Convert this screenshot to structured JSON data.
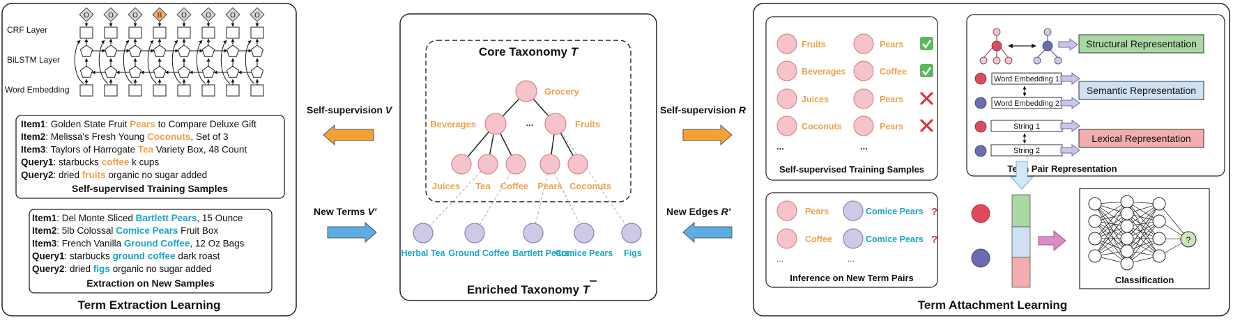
{
  "colors": {
    "orange": "#f0a04b",
    "blue": "#1aa3c8",
    "pink_node": "#f7c3ca",
    "pink_stroke": "#d08a92",
    "purple_node": "#cfc9e8",
    "purple_stroke": "#8a84b8",
    "struct_box": "#a9d8a2",
    "sem_box": "#cfe0f5",
    "lex_box": "#f2aeae",
    "red_node": "#e0485e",
    "navy_node": "#6b6bb0",
    "orange_arrow": "#f4a236",
    "blue_arrow": "#5aaee3",
    "check_green": "#5cb85c",
    "cross_red": "#d9363e"
  },
  "left": {
    "title": "Term Extraction Learning",
    "crf_label": "CRF Layer",
    "bilstm_label": "BiLSTM Layer",
    "embed_label": "Word Embedding",
    "tags": [
      "O",
      "O",
      "O",
      "B",
      "O",
      "O",
      "O",
      "O"
    ],
    "train_samples": [
      {
        "key": "Item1",
        "before": ": Golden State Fruit ",
        "term": "Pears",
        "after": " to Compare Deluxe Gift"
      },
      {
        "key": "Item2",
        "before": ": Melissa's Fresh Young ",
        "term": "Coconuts",
        "after": ", Set of 3"
      },
      {
        "key": "Item3",
        "before": ": Taylors of Harrogate ",
        "term": "Tea",
        "after": " Variety Box, 48 Count"
      },
      {
        "key": "Query1",
        "before": ": starbucks ",
        "term": "coffee",
        "after": " k cups"
      },
      {
        "key": "Query2",
        "before": ": dried ",
        "term": "fruits",
        "after": " organic no sugar added"
      }
    ],
    "train_caption": "Self-supervised Training Samples",
    "new_samples": [
      {
        "key": "Item1",
        "before": ": Del Monte Sliced ",
        "term": "Bartlett Pears",
        "after": ", 15 Ounce"
      },
      {
        "key": "Item2",
        "before": ": 5lb Colossal ",
        "term": "Comice Pears",
        "after": " Fruit Box"
      },
      {
        "key": "Item3",
        "before": ": French Vanilla ",
        "term": "Ground Coffee",
        "after": ",  12 Oz Bags"
      },
      {
        "key": "Query1",
        "before": ": starbucks ",
        "term": "ground coffee",
        "after": " dark roast"
      },
      {
        "key": "Query2",
        "before": ": dried ",
        "term": "figs",
        "after": " organic no sugar added"
      }
    ],
    "new_caption": "Extraction on New Samples"
  },
  "arrows": {
    "self_sup_v": "Self-supervision",
    "self_sup_v_sym": "V",
    "new_terms": "New Terms",
    "new_terms_sym": "V'",
    "self_sup_r": "Self-supervision",
    "self_sup_r_sym": "R",
    "new_edges": "New Edges",
    "new_edges_sym": "R'"
  },
  "middle": {
    "core_title": "Core Taxonomy",
    "core_sym": "T",
    "root": "Grocery",
    "mid_left": "Beverages",
    "mid_right": "Fruits",
    "ellipsis": "...",
    "leaves": [
      "Juices",
      "Tea",
      "Coffee",
      "Pears",
      "Coconuts"
    ],
    "new_leaves": [
      "Herbal Tea",
      "Ground Coffee",
      "Bartlett Pears",
      "Comice Pears",
      "Figs"
    ],
    "enriched_title": "Enriched Taxonomy",
    "enriched_sym": "T"
  },
  "right": {
    "title": "Term Attachment Learning",
    "pairs": [
      {
        "parent": "Fruits",
        "child": "Pears",
        "ok": true
      },
      {
        "parent": "Beverages",
        "child": "Coffee",
        "ok": true
      },
      {
        "parent": "Juices",
        "child": "Pears",
        "ok": false
      },
      {
        "parent": "Coconuts",
        "child": "Pears",
        "ok": false
      }
    ],
    "pairs_ellipsis": "...",
    "pairs_caption": "Self-supervised Training Samples",
    "inference_pairs": [
      {
        "parent": "Pears",
        "child": "Comice Pears"
      },
      {
        "parent": "Coffee",
        "child": "Comice Pears"
      }
    ],
    "question": "?",
    "inference_caption": "Inference on New Term Pairs",
    "structural": "Structural Representation",
    "semantic": "Semantic Representation",
    "lexical": "Lexical Representation",
    "we1": "Word Embedding 1",
    "we2": "Word Embedding 2",
    "str1": "String 1",
    "str2": "String 2",
    "repr_caption": "Term Pair Representation",
    "classification": "Classification",
    "output_q": "?"
  }
}
